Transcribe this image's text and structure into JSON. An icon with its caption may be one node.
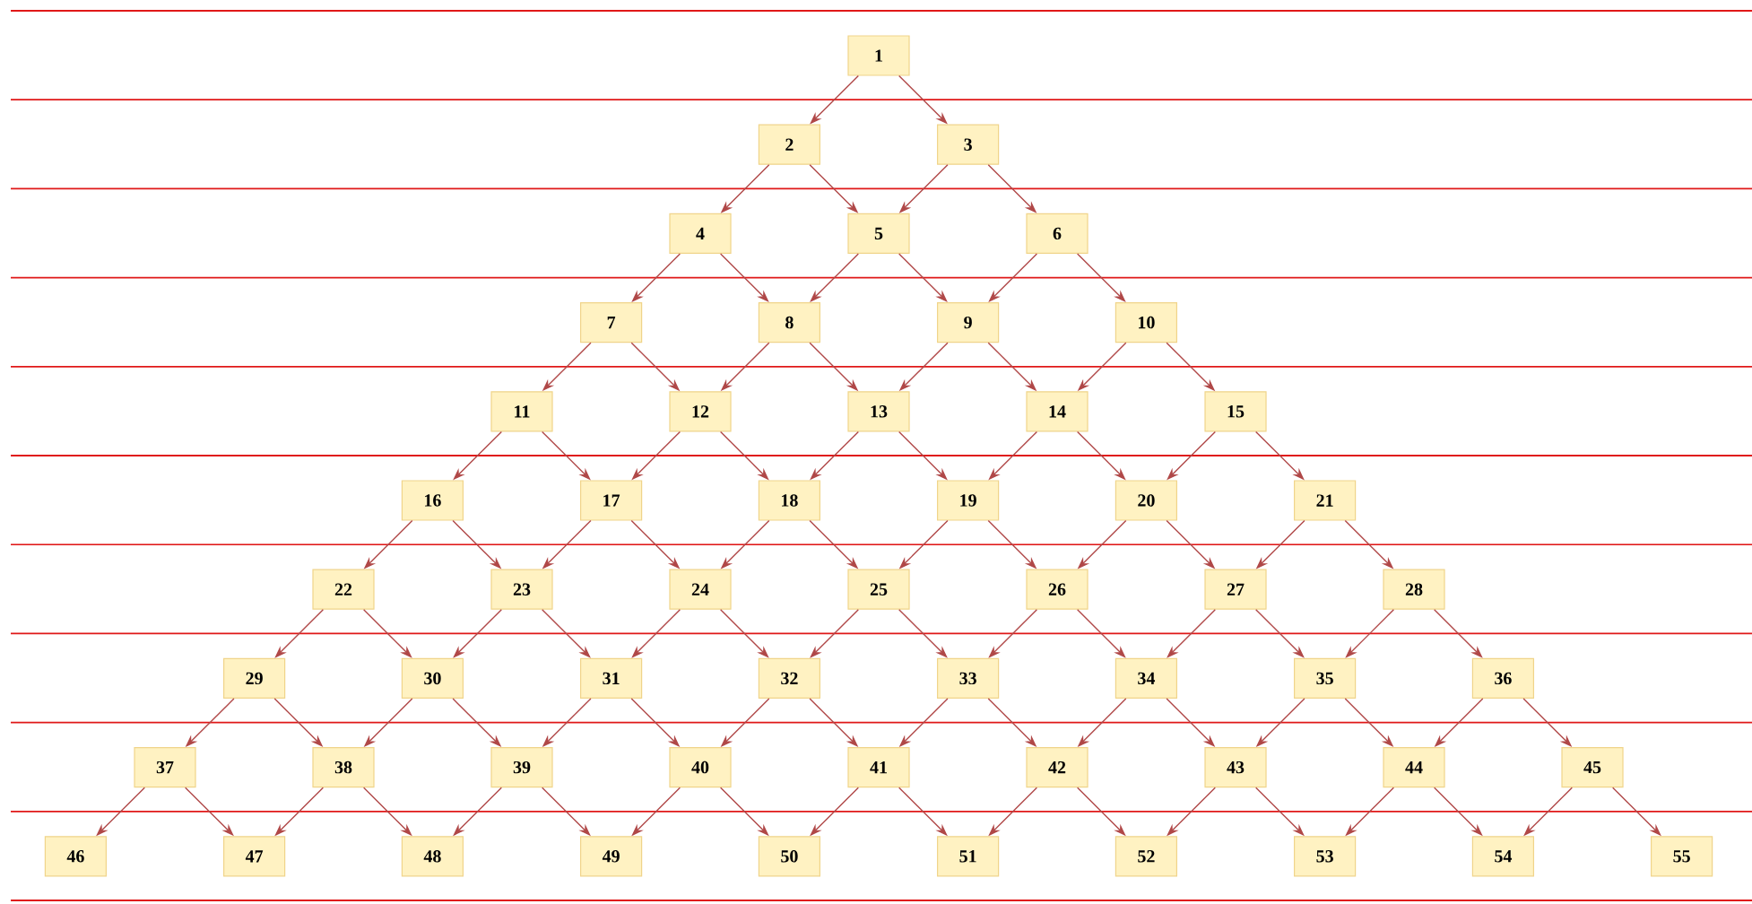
{
  "diagram": {
    "nodes": [
      {
        "text": [
          "1"
        ]
      },
      {
        "text": [
          "2"
        ]
      },
      {
        "text": [
          "3"
        ]
      },
      {
        "text": [
          "4"
        ]
      },
      {
        "text": [
          "5"
        ]
      },
      {
        "text": [
          "6"
        ]
      },
      {
        "text": [
          "7"
        ]
      },
      {
        "text": [
          "8"
        ]
      },
      {
        "text": [
          "9"
        ]
      },
      {
        "text": [
          "10"
        ]
      },
      {
        "text": [
          "11"
        ]
      },
      {
        "text": [
          "12"
        ]
      },
      {
        "text": [
          "13"
        ]
      },
      {
        "text": [
          "14"
        ]
      },
      {
        "text": [
          "15"
        ]
      },
      {
        "text": [
          "16"
        ]
      },
      {
        "text": [
          "17"
        ]
      },
      {
        "text": [
          "18"
        ]
      },
      {
        "text": [
          "19"
        ]
      },
      {
        "text": [
          "20"
        ]
      },
      {
        "text": [
          "21"
        ]
      },
      {
        "text": [
          "22"
        ]
      },
      {
        "text": [
          "23"
        ]
      },
      {
        "text": [
          "24"
        ]
      },
      {
        "text": [
          "25"
        ]
      },
      {
        "text": [
          "26"
        ]
      },
      {
        "text": [
          "27"
        ]
      },
      {
        "text": [
          "28"
        ]
      },
      {
        "text": [
          "29"
        ]
      },
      {
        "text": [
          "30"
        ]
      },
      {
        "text": [
          "31"
        ]
      },
      {
        "text": [
          "32"
        ]
      },
      {
        "text": [
          "33"
        ]
      },
      {
        "text": [
          "34"
        ]
      },
      {
        "text": [
          "35"
        ]
      },
      {
        "text": [
          "36"
        ]
      },
      {
        "text": [
          "37"
        ]
      },
      {
        "text": [
          "38"
        ]
      },
      {
        "text": [
          "39"
        ]
      },
      {
        "text": [
          "40"
        ]
      },
      {
        "text": [
          "41"
        ]
      },
      {
        "text": [
          "42"
        ]
      },
      {
        "text": [
          "43"
        ]
      },
      {
        "text": [
          "44"
        ]
      },
      {
        "text": [
          "45"
        ]
      },
      {
        "text": [
          "46"
        ]
      },
      {
        "text": [
          "47"
        ]
      },
      {
        "text": [
          "48"
        ]
      },
      {
        "text": [
          "49"
        ]
      },
      {
        "text": [
          "50"
        ]
      },
      {
        "text": [
          "51"
        ]
      },
      {
        "text": [
          "52"
        ]
      },
      {
        "text": [
          "53"
        ]
      },
      {
        "text": [
          "54"
        ]
      },
      {
        "text": [
          "55"
        ]
      }
    ],
    "edges": [
      {
        "from": 0,
        "to": 1,
        "arrow": "to"
      },
      {
        "from": 0,
        "to": 2,
        "arrow": "to"
      },
      {
        "from": 1,
        "to": 3,
        "arrow": "to"
      },
      {
        "from": 1,
        "to": 4,
        "arrow": "to"
      },
      {
        "from": 2,
        "to": 4,
        "arrow": "to"
      },
      {
        "from": 2,
        "to": 5,
        "arrow": "to"
      },
      {
        "from": 3,
        "to": 6,
        "arrow": "to"
      },
      {
        "from": 3,
        "to": 7,
        "arrow": "to"
      },
      {
        "from": 4,
        "to": 7,
        "arrow": "to"
      },
      {
        "from": 4,
        "to": 8,
        "arrow": "to"
      },
      {
        "from": 5,
        "to": 8,
        "arrow": "to"
      },
      {
        "from": 5,
        "to": 9,
        "arrow": "to"
      },
      {
        "from": 6,
        "to": 10,
        "arrow": "to"
      },
      {
        "from": 6,
        "to": 11,
        "arrow": "to"
      },
      {
        "from": 7,
        "to": 11,
        "arrow": "to"
      },
      {
        "from": 7,
        "to": 12,
        "arrow": "to"
      },
      {
        "from": 8,
        "to": 12,
        "arrow": "to"
      },
      {
        "from": 8,
        "to": 13,
        "arrow": "to"
      },
      {
        "from": 9,
        "to": 13,
        "arrow": "to"
      },
      {
        "from": 9,
        "to": 14,
        "arrow": "to"
      },
      {
        "from": 10,
        "to": 15,
        "arrow": "to"
      },
      {
        "from": 10,
        "to": 16,
        "arrow": "to"
      },
      {
        "from": 11,
        "to": 16,
        "arrow": "to"
      },
      {
        "from": 11,
        "to": 17,
        "arrow": "to"
      },
      {
        "from": 12,
        "to": 17,
        "arrow": "to"
      },
      {
        "from": 12,
        "to": 18,
        "arrow": "to"
      },
      {
        "from": 13,
        "to": 18,
        "arrow": "to"
      },
      {
        "from": 13,
        "to": 19,
        "arrow": "to"
      },
      {
        "from": 14,
        "to": 19,
        "arrow": "to"
      },
      {
        "from": 14,
        "to": 20,
        "arrow": "to"
      },
      {
        "from": 15,
        "to": 21,
        "arrow": "to"
      },
      {
        "from": 15,
        "to": 22,
        "arrow": "to"
      },
      {
        "from": 16,
        "to": 22,
        "arrow": "to"
      },
      {
        "from": 16,
        "to": 23,
        "arrow": "to"
      },
      {
        "from": 17,
        "to": 23,
        "arrow": "to"
      },
      {
        "from": 17,
        "to": 24,
        "arrow": "to"
      },
      {
        "from": 18,
        "to": 24,
        "arrow": "to"
      },
      {
        "from": 18,
        "to": 25,
        "arrow": "to"
      },
      {
        "from": 19,
        "to": 25,
        "arrow": "to"
      },
      {
        "from": 19,
        "to": 26,
        "arrow": "to"
      },
      {
        "from": 20,
        "to": 26,
        "arrow": "to"
      },
      {
        "from": 20,
        "to": 27,
        "arrow": "to"
      },
      {
        "from": 21,
        "to": 28,
        "arrow": "to"
      },
      {
        "from": 21,
        "to": 29,
        "arrow": "to"
      },
      {
        "from": 22,
        "to": 29,
        "arrow": "to"
      },
      {
        "from": 22,
        "to": 30,
        "arrow": "to"
      },
      {
        "from": 23,
        "to": 30,
        "arrow": "to"
      },
      {
        "from": 23,
        "to": 31,
        "arrow": "to"
      },
      {
        "from": 24,
        "to": 31,
        "arrow": "to"
      },
      {
        "from": 24,
        "to": 32,
        "arrow": "to"
      },
      {
        "from": 25,
        "to": 32,
        "arrow": "to"
      },
      {
        "from": 25,
        "to": 33,
        "arrow": "to"
      },
      {
        "from": 26,
        "to": 33,
        "arrow": "to"
      },
      {
        "from": 26,
        "to": 34,
        "arrow": "to"
      },
      {
        "from": 27,
        "to": 34,
        "arrow": "to"
      },
      {
        "from": 27,
        "to": 35,
        "arrow": "to"
      },
      {
        "from": 28,
        "to": 36,
        "arrow": "to"
      },
      {
        "from": 28,
        "to": 37,
        "arrow": "to"
      },
      {
        "from": 29,
        "to": 37,
        "arrow": "to"
      },
      {
        "from": 29,
        "to": 38,
        "arrow": "to"
      },
      {
        "from": 30,
        "to": 38,
        "arrow": "to"
      },
      {
        "from": 30,
        "to": 39,
        "arrow": "to"
      },
      {
        "from": 31,
        "to": 39,
        "arrow": "to"
      },
      {
        "from": 31,
        "to": 40,
        "arrow": "to"
      },
      {
        "from": 32,
        "to": 40,
        "arrow": "to"
      },
      {
        "from": 32,
        "to": 41,
        "arrow": "to"
      },
      {
        "from": 33,
        "to": 41,
        "arrow": "to"
      },
      {
        "from": 33,
        "to": 42,
        "arrow": "to"
      },
      {
        "from": 34,
        "to": 42,
        "arrow": "to"
      },
      {
        "from": 34,
        "to": 43,
        "arrow": "to"
      },
      {
        "from": 35,
        "to": 43,
        "arrow": "to"
      },
      {
        "from": 35,
        "to": 44,
        "arrow": "to"
      },
      {
        "from": 36,
        "to": 45,
        "arrow": "to"
      },
      {
        "from": 36,
        "to": 46,
        "arrow": "to"
      },
      {
        "from": 37,
        "to": 46,
        "arrow": "to"
      },
      {
        "from": 37,
        "to": 47,
        "arrow": "to"
      },
      {
        "from": 38,
        "to": 47,
        "arrow": "to"
      },
      {
        "from": 38,
        "to": 48,
        "arrow": "to"
      },
      {
        "from": 39,
        "to": 48,
        "arrow": "to"
      },
      {
        "from": 39,
        "to": 49,
        "arrow": "to"
      },
      {
        "from": 40,
        "to": 49,
        "arrow": "to"
      },
      {
        "from": 40,
        "to": 50,
        "arrow": "to"
      },
      {
        "from": 41,
        "to": 50,
        "arrow": "to"
      },
      {
        "from": 41,
        "to": 51,
        "arrow": "to"
      },
      {
        "from": 42,
        "to": 51,
        "arrow": "to"
      },
      {
        "from": 42,
        "to": 52,
        "arrow": "to"
      },
      {
        "from": 43,
        "to": 52,
        "arrow": "to"
      },
      {
        "from": 43,
        "to": 53,
        "arrow": "to"
      },
      {
        "from": 44,
        "to": 53,
        "arrow": "to"
      },
      {
        "from": 44,
        "to": 54,
        "arrow": "to"
      }
    ]
  }
}
